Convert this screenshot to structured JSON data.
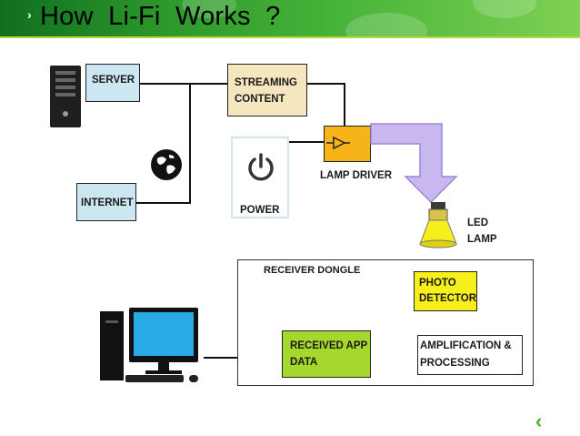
{
  "slide": {
    "title": "How  Li-Fi  Works  ?",
    "bullet": "›"
  },
  "diagram": {
    "server_label": "SERVER",
    "streaming_label_1": "STREAMING",
    "streaming_label_2": "CONTENT",
    "internet_label": "INTERNET",
    "power_label": "POWER",
    "lamp_driver_label": "LAMP DRIVER",
    "led_label_1": "LED",
    "led_label_2": "LAMP",
    "receiver_dongle_label": "RECEIVER DONGLE",
    "photo_detector_label_1": "PHOTO",
    "photo_detector_label_2": "DETECTOR",
    "received_app_label_1": "RECEIVED APP",
    "received_app_label_2": "DATA",
    "amplification_label_1": "AMPLIFICATION &",
    "amplification_label_2": "PROCESSING"
  },
  "colors": {
    "title_bar_green": "#2f9a2c",
    "box_blue": "#cde7f2",
    "box_tan": "#f6e6c0",
    "box_orange": "#f6b31a",
    "box_lime": "#a6d72c",
    "box_yellow": "#f7ef1c",
    "arrow_purple": "#c9b8f0",
    "monitor_blue": "#29a9e6"
  },
  "nav": {
    "prev_icon": "‹"
  }
}
